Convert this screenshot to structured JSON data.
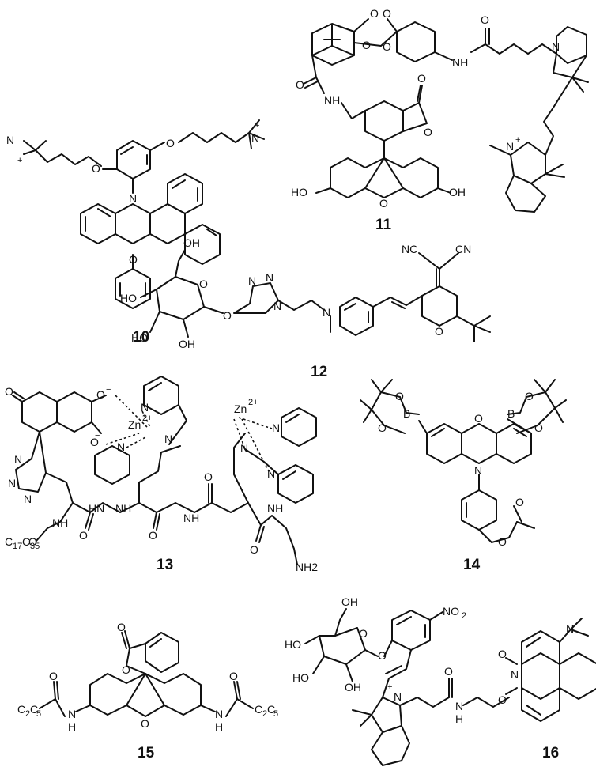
{
  "compounds": [
    {
      "label": "10"
    },
    {
      "label": "11"
    },
    {
      "label": "12"
    },
    {
      "label": "13"
    },
    {
      "label": "14"
    },
    {
      "label": "15"
    },
    {
      "label": "16"
    }
  ],
  "atom_labels": {
    "c10": [
      "N",
      "N",
      "N",
      "O",
      "O"
    ],
    "c11": [
      "O",
      "O",
      "O",
      "O",
      "O",
      "NH",
      "N",
      "HO",
      "OH",
      "O",
      "O",
      "O",
      "NH",
      "O",
      "N"
    ],
    "c12": [
      "OH",
      "HO",
      "HO",
      "OH",
      "O",
      "O",
      "N",
      "N",
      "N",
      "N",
      "O",
      "NC",
      "CN"
    ],
    "c13": [
      "O",
      "O",
      "O",
      "Zn",
      "Zn",
      "N",
      "N",
      "N",
      "N",
      "N",
      "N",
      "N",
      "N",
      "N",
      "C",
      "O",
      "NH",
      "HN",
      "O",
      "NH",
      "O",
      "NH",
      "O",
      "NH2",
      "O"
    ],
    "c14": [
      "B",
      "O",
      "O",
      "B",
      "O",
      "O",
      "O",
      "N",
      "O",
      "O"
    ],
    "c15": [
      "O",
      "O",
      "O",
      "C",
      "C",
      "H",
      "N",
      "O",
      "O",
      "N",
      "H"
    ],
    "c16": [
      "OH",
      "HO",
      "HO",
      "OH",
      "O",
      "O",
      "NO",
      "N",
      "O",
      "N",
      "H",
      "O",
      "N",
      "O",
      "N"
    ]
  },
  "charges": [
    "+",
    "+",
    "+",
    "−",
    "−",
    "2+",
    "2+",
    "+"
  ],
  "subscripts": [
    "17",
    "35",
    "2",
    "5",
    "2",
    "5",
    "2"
  ]
}
